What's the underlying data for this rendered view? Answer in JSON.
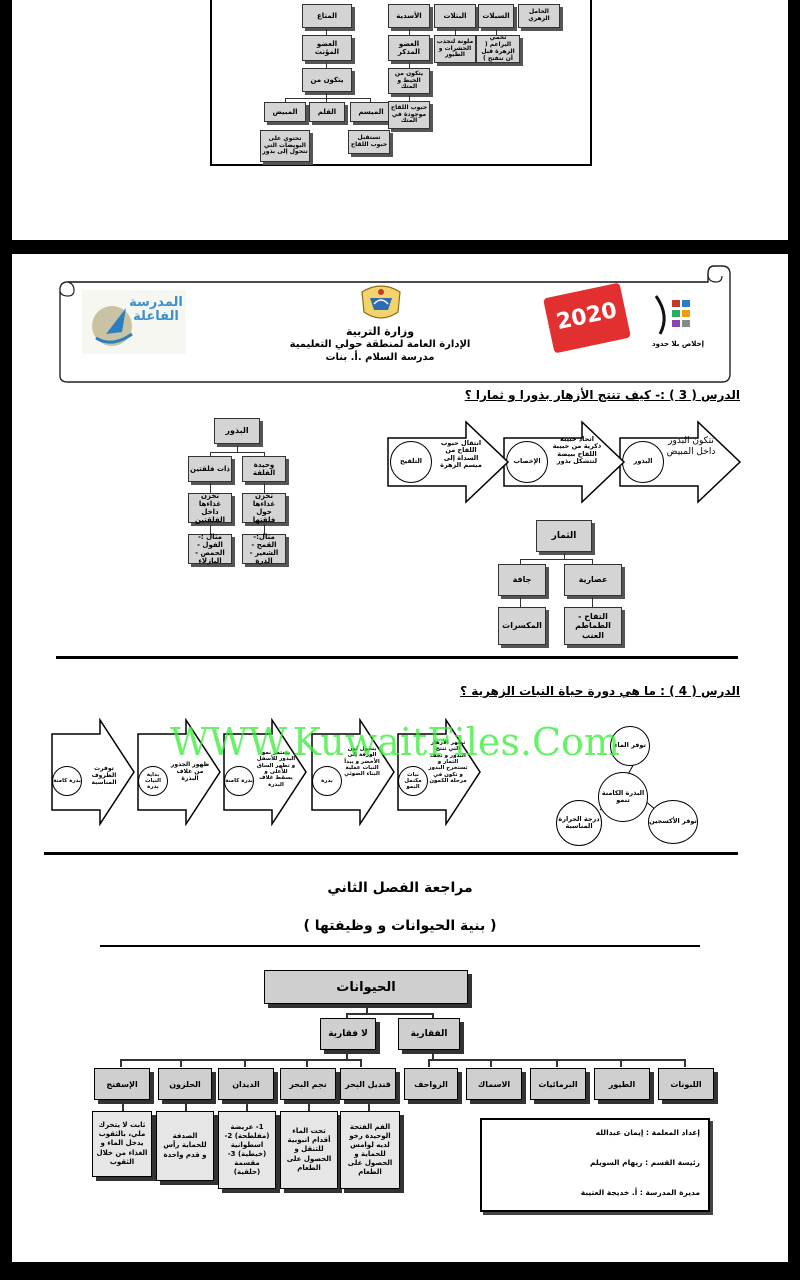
{
  "top_tree": {
    "left": {
      "root": "المتاع",
      "mid": "العضو المؤنث",
      "link": "يتكون من",
      "children": [
        "المبيض",
        "القلم",
        "الميسم"
      ],
      "leaf1": "تحتوي على البويضات التي تتحول إلى بذور",
      "leaf2": "تستقبل حبوب اللقاح"
    },
    "right": {
      "top": [
        "الأسدية",
        "البتلات",
        "السبلات",
        "الحامل الزهري"
      ],
      "mid": "العضو المذكر",
      "link": "يتكون من الخيط و المتك",
      "leaf1": "حبوب اللقاح موجودة في المتك",
      "petals_leaf": "ملونة لتجذب الحشرات و الطيور",
      "sepals_leaf": "تحمي البراعم ( الزهرة قبل أن تتفتح )"
    }
  },
  "header": {
    "ministry": "وزارة التربية",
    "directorate": "الإدارة العامة لمنطقة حولي التعليمية",
    "school": "مدرسة السلام .أ. بنات",
    "left_logo_text": "المدرسة الفاعلة",
    "right_logo_caption": "إخلاص بلا حدود",
    "year_logo": "2020"
  },
  "lesson3": {
    "title": "الدرس ( 3 ) :- كيف تنتج الأزهار بذورا و ثمارا ؟",
    "arrows": [
      {
        "circle": "البذور",
        "text": "تتكون البذور داخل المبيض"
      },
      {
        "circle": "الإخصاب",
        "text": "اتحاد حبيبة ذكرية من خبيبة اللقاح ببيضة لتتشكل بذور"
      },
      {
        "circle": "التلقيح",
        "text": "انتقال حبوب اللقاح من السداة إلى ميسم الزهرة"
      }
    ],
    "seeds": {
      "root": "البذور",
      "a": "وحيدة الفلقة",
      "b": "ذات فلقتين",
      "a_desc": "تخزن غذاءها حول فلقتها",
      "b_desc": "تخزن غذاءها داخل الفلقتين",
      "a_ex": "مثال:- القمح - الشعير - الذرة",
      "b_ex": "مثال :- الفول - الحمص - البازلاء"
    },
    "fruits": {
      "root": "الثمار",
      "a": "عصارية",
      "b": "جافة",
      "a_ex": "التفاح - الطماطم العنب",
      "b_ex": "المكسرات"
    }
  },
  "lesson4": {
    "title": "الدرس ( 4 ) : ما هي دورة حياة النبات الزهرية ؟",
    "watermark": "WWW.KuwaitFiles.Com",
    "cycle": {
      "center": "البذرة الكامنة تنمو",
      "top": "توفر الماء",
      "left": "درجة الحرارة المناسبة",
      "right": "توفر الأكسجين"
    },
    "arrows": [
      {
        "circle": "نبات مكتمل النمو",
        "text": "تظهر الأزهار التي تنتج البذور و تجف الثمار و تستخرج البذور و تكون في مرحلة الكمون"
      },
      {
        "circle": "بذرة",
        "text": "يتحول لون الورقة إلى الأخضر و يبدأ النبات عملية البناء الضوئي"
      },
      {
        "circle": "بذرة كامنة",
        "text": "يستمر نمو البذور للأسفل و تظهر الساق للأعلى و يسقط غلاف البذرة"
      },
      {
        "circle": "بداية النبات بذرة",
        "text": "ظهور الجذور من غلاف البذرة"
      },
      {
        "circle": "بذرة كامنة",
        "text": "توفرت الظروف المناسبة"
      }
    ]
  },
  "review": {
    "title": "مراجعة الفصل الثاني",
    "subtitle": "( بنية الحيوانات و وظيفتها )",
    "root": "الحيوانات",
    "vert": "الفقارية",
    "invert": "لا فقارية",
    "vert_children": [
      "الزواحف",
      "الاسماك",
      "البرمائيات",
      "الطيور",
      "اللبونات"
    ],
    "invert_children": [
      "الإسفنج",
      "الحلزون",
      "الديدان",
      "نجم البحر",
      "قنديل البحر"
    ],
    "invert_leaves": [
      "ثابت لا يتحرك ملي، بالثقوب يدخل الماء و الغذاء من خلال الثقوب",
      "الصدفة للحماية رأس و قدم واحدة",
      "1- عريضة (مفلطحة) 2- اسطوانية (خيطية) 3- مقسمة (حلقية)",
      "تحت الماء أقدام انبوبية للتنقل و الحصول على الطعام",
      "الفم الفتحة الوحيدة رخو لديه لوامس للحماية و الحصول على الطعام"
    ],
    "credits": [
      "إعداد المعلمة : إيمان عبدالله",
      "رئيسة القسم : ريهام السويلم",
      "مديرة المدرسة : أ. خديجة العتيبة"
    ]
  }
}
